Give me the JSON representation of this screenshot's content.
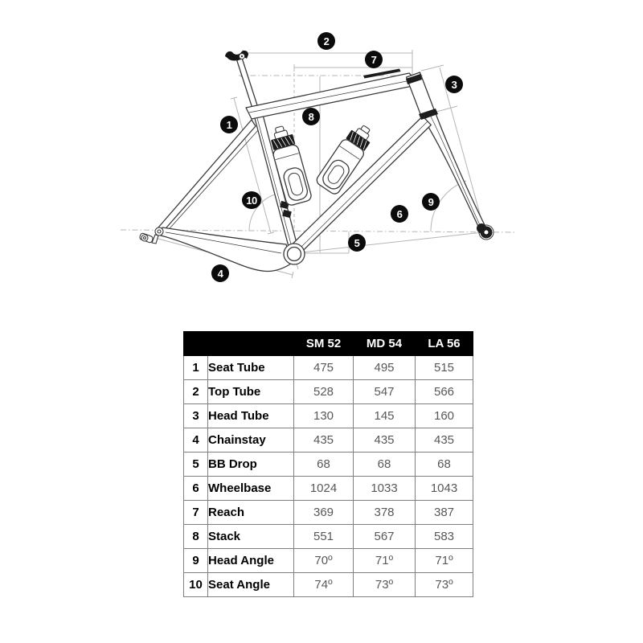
{
  "diagram": {
    "callouts": [
      {
        "n": "1"
      },
      {
        "n": "2"
      },
      {
        "n": "3"
      },
      {
        "n": "4"
      },
      {
        "n": "5"
      },
      {
        "n": "6"
      },
      {
        "n": "7"
      },
      {
        "n": "8"
      },
      {
        "n": "9"
      },
      {
        "n": "10"
      }
    ]
  },
  "table": {
    "size_headers": [
      "SM 52",
      "MD 54",
      "LA 56"
    ],
    "rows": [
      {
        "num": "1",
        "label": "Seat Tube",
        "values": [
          "475",
          "495",
          "515"
        ]
      },
      {
        "num": "2",
        "label": "Top Tube",
        "values": [
          "528",
          "547",
          "566"
        ]
      },
      {
        "num": "3",
        "label": "Head Tube",
        "values": [
          "130",
          "145",
          "160"
        ]
      },
      {
        "num": "4",
        "label": "Chainstay",
        "values": [
          "435",
          "435",
          "435"
        ]
      },
      {
        "num": "5",
        "label": "BB Drop",
        "values": [
          "68",
          "68",
          "68"
        ]
      },
      {
        "num": "6",
        "label": "Wheelbase",
        "values": [
          "1024",
          "1033",
          "1043"
        ]
      },
      {
        "num": "7",
        "label": "Reach",
        "values": [
          "369",
          "378",
          "387"
        ]
      },
      {
        "num": "8",
        "label": "Stack",
        "values": [
          "551",
          "567",
          "583"
        ]
      },
      {
        "num": "9",
        "label": "Head Angle",
        "values": [
          "70º",
          "71º",
          "71º"
        ]
      },
      {
        "num": "10",
        "label": "Seat Angle",
        "values": [
          "74º",
          "73º",
          "73º"
        ]
      }
    ]
  },
  "colors": {
    "header_bg": "#000000",
    "header_text": "#ffffff",
    "grid_line": "#7f7f7f",
    "value_text": "#58585a",
    "frame_line": "#3a3a3a",
    "dimension_line": "#b5b5b5",
    "badge_bg": "#0b0b0b"
  }
}
